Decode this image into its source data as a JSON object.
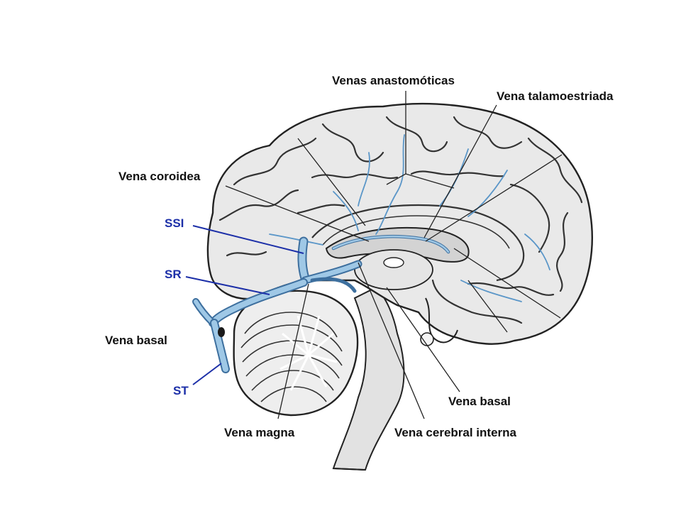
{
  "figure": {
    "labels": {
      "venas_anastomoticas": "Venas anastomóticas",
      "vena_talamoestriada": "Vena talamoestriada",
      "vena_coroidea": "Vena coroidea",
      "ssi": "SSI",
      "sr": "SR",
      "vena_basal_left": "Vena basal",
      "st": "ST",
      "vena_basal_right": "Vena basal",
      "vena_magna": "Vena magna",
      "vena_cerebral_interna": "Vena cerebral interna"
    },
    "colors": {
      "sinus_labels": "#1c2fa8",
      "vein_fill": "#9fc8e6",
      "vein_stroke": "#3d6f9e",
      "brain_fill": "#e9e9e9",
      "outline": "#222222"
    }
  }
}
